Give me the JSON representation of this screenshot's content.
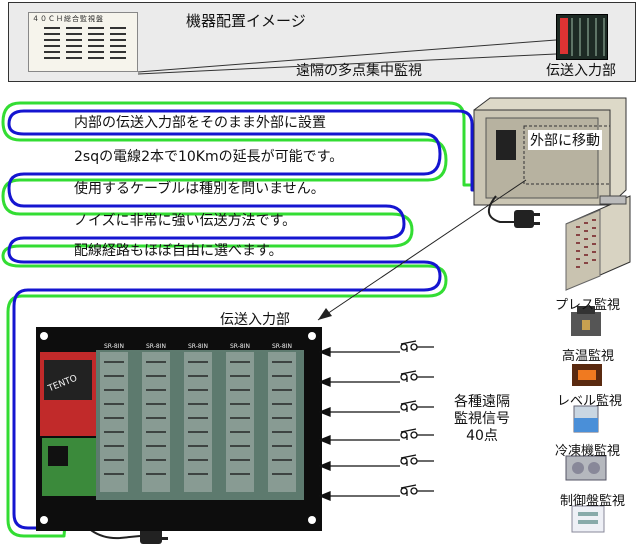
{
  "top": {
    "title": "機器配置イメージ",
    "center_caption": "遠隔の多点集中監視",
    "right_caption": "伝送入力部",
    "panel_title": "４０ＣＨ総合監視盤"
  },
  "features": [
    "内部の伝送入力部をそのまま外部に設置",
    "2sqの電線2本で10Kmの延長が可能です。",
    "使用するケーブルは種別を問いません。",
    "ノイズに非常に強い伝送方法です。",
    "配線経路もほぼ自由に選べます。"
  ],
  "cabinet": {
    "move_label": "外部に移動"
  },
  "board": {
    "label": "伝送入力部",
    "logo_text": "TENTO",
    "module_label": "SR-8IN"
  },
  "signals": {
    "line1": "各種遠隔",
    "line2": "監視信号",
    "line3": "40点"
  },
  "monitors": [
    {
      "label": "プレス監視",
      "icon": "press-machine-icon"
    },
    {
      "label": "高温監視",
      "icon": "furnace-icon"
    },
    {
      "label": "レベル監視",
      "icon": "tank-level-icon"
    },
    {
      "label": "冷凍機監視",
      "icon": "chiller-icon"
    },
    {
      "label": "制御盤監視",
      "icon": "control-panel-icon"
    }
  ],
  "colors": {
    "wire_blue": "#1515d0",
    "wire_green": "#33dd33",
    "panel_bg": "#ebebeb"
  }
}
